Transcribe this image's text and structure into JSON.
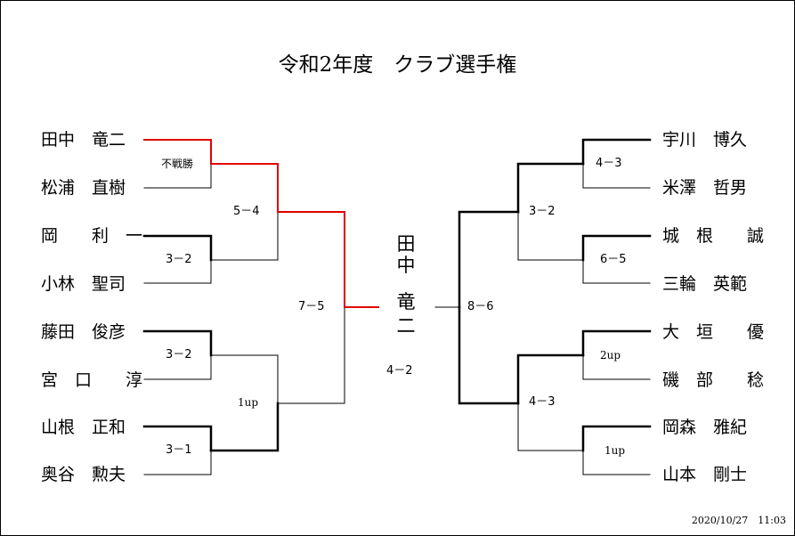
{
  "title": "令和2年度　クラブ選手権",
  "left_players": [
    "田中　竜二",
    "松浦　直樹",
    "岡　　利　一",
    "小林　聖司",
    "藤田　俊彦",
    "宮　口　　淳",
    "山根　正和",
    "奥谷　勲夫"
  ],
  "right_players": [
    "宇川　博久",
    "米澤　哲男",
    "城　根　　誠",
    "三輪　英範",
    "大　垣　　優",
    "磯　部　　稔",
    "岡森　雅紀",
    "山本　剛士"
  ],
  "left_scores": {
    "r1_a": "不戦勝",
    "r1_b": "3－2",
    "r1_c": "3－2",
    "r1_d": "3－1",
    "r2_a": "5－4",
    "r2_b": "1up",
    "semi": "7－5"
  },
  "right_scores": {
    "r1_a": "4－3",
    "r1_b": "6－5",
    "r1_c": "2up",
    "r1_d": "1up",
    "r2_a": "3－2",
    "r2_b": "4－3",
    "semi": "8－6"
  },
  "final_score": "4－2",
  "champion": [
    "田",
    "中",
    "竜",
    "二"
  ],
  "timestamp": "2020/10/27　11:03",
  "colors": {
    "winner_path": "#e00000",
    "line": "#000000"
  }
}
